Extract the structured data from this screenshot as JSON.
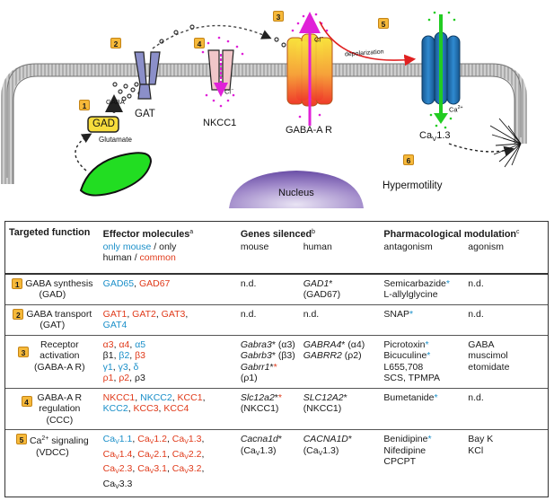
{
  "diagram": {
    "step_badges": [
      "1",
      "2",
      "3",
      "4",
      "5",
      "6"
    ],
    "labels": {
      "gad": "GAD",
      "glutamate": "Glutamate",
      "gaba": "GABA",
      "gat": "GAT",
      "nkcc1": "NKCC1",
      "cl_nkcc": "Cl",
      "cl_minus": "−",
      "gabaa": "GABA-A R",
      "cl_gabaa": "Cl",
      "depolarization": "depolarization",
      "ca_channel": "Ca",
      "ca_channel_sub": "V",
      "ca_channel_suffix": "1.3",
      "ca2": "Ca",
      "ca2_sup": "2+",
      "nucleus": "Nucleus",
      "hypermotility": "Hypermotility"
    },
    "colors": {
      "badge": "#f6b93a",
      "gad_box": "#f7dc3c",
      "cell_green": "#22dd22",
      "nucleus": "#7a5fb0",
      "gabaa_top": "#f6d23a",
      "gabaa_bottom": "#f0472a",
      "cav": "#1f6fb0",
      "cl_arrow": "#e021d8",
      "depol_arrow": "#e02020",
      "ca_arrow": "#22cc22",
      "membrane": "#888888"
    }
  },
  "table": {
    "headers": {
      "targeted_function": "Targeted function",
      "effector_molecules": "Effector molecules",
      "effector_sup": "a",
      "genes_silenced": "Genes silenced",
      "genes_sup": "b",
      "pharma": "Pharmacological modulation",
      "pharma_sup": "c"
    },
    "effector_legend": {
      "only_mouse": "only mouse",
      "sep1": " / only",
      "human": "human",
      "sep2": " / ",
      "common": "common"
    },
    "subheaders": {
      "mouse": "mouse",
      "human": "human",
      "antagonism": "antagonism",
      "agonism": "agonism"
    },
    "rows": [
      {
        "badge": "1",
        "function_line1": "GABA synthesis",
        "function_line2": "(GAD)",
        "mouse_genes": "n.d.",
        "human_gene": "GAD1",
        "human_gene_star": "*",
        "human_gene_sub": "(GAD67)",
        "antagonists": [
          "Semicarbazide",
          "L-allylglycine"
        ],
        "agonism": "n.d."
      },
      {
        "badge": "2",
        "function_line1": "GABA transport",
        "function_line2": "(GAT)",
        "mouse_genes": "n.d.",
        "human_gene": "n.d.",
        "antagonists": [
          "SNAP"
        ],
        "agonism": "n.d."
      },
      {
        "badge": "3",
        "function_line1": "Receptor",
        "function_line2": "activation",
        "function_line3": "(GABA-A R)",
        "mouse_genes": [
          "Gabra3",
          "Gabrb3",
          "Gabrr1"
        ],
        "mouse_genes_paren": [
          "(α3)",
          "(β3)",
          "(ρ1)"
        ],
        "human_genes": [
          "GABRA4",
          "GABRR2"
        ],
        "human_genes_paren": [
          "(α4)",
          "(ρ2)"
        ],
        "antagonists": [
          "Picrotoxin",
          "Bicuculine",
          "L655,708",
          "SCS, TPMPA"
        ],
        "agonists": [
          "GABA",
          "muscimol",
          "etomidate"
        ]
      },
      {
        "badge": "4",
        "function_line1": "GABA-A R",
        "function_line2": "regulation",
        "function_line3": "(CCC)",
        "mouse_gene": "Slc12a2",
        "mouse_gene_sub": "(NKCC1)",
        "human_gene": "SLC12A2",
        "human_gene_sub": "(NKCC1)",
        "antagonists": [
          "Bumetanide"
        ],
        "agonism": "n.d."
      },
      {
        "badge": "5",
        "function_line1": "Ca",
        "function_sup": "2+",
        "function_line1b": " signaling",
        "function_line2": "(VDCC)",
        "mouse_gene": "Cacna1d",
        "mouse_gene_sub_pre": "(Ca",
        "mouse_gene_sub_v": "V",
        "mouse_gene_sub_post": "1.3)",
        "human_gene": "CACNA1D",
        "human_gene_sub_pre": "(Ca",
        "human_gene_sub_v": "V",
        "human_gene_sub_post": "1.3)",
        "antagonists": [
          "Benidipine",
          "Nifedipine",
          "CPCPT"
        ],
        "agonists": [
          "Bay K",
          "KCl"
        ]
      }
    ],
    "effectors": {
      "row1": [
        "GAD65",
        "GAD67"
      ],
      "row2": [
        "GAT1",
        "GAT2",
        "GAT3",
        "GAT4"
      ],
      "row3": [
        "α3",
        "α4",
        "α5",
        "β1",
        "β2",
        "β3",
        "γ1",
        "γ3",
        "δ",
        "ρ1",
        "ρ2",
        "ρ3"
      ],
      "row4": [
        "NKCC1",
        "NKCC2",
        "KCC1",
        "KCC2",
        "KCC3",
        "KCC4"
      ],
      "row5_prefix": "Ca",
      "row5_sub": "V",
      "row5_suffixes": [
        "1.1",
        "1.2",
        "1.3",
        "1.4",
        "2.1",
        "2.2",
        "2.3",
        "3.1",
        "3.2",
        "3.3"
      ]
    },
    "stars": {
      "star": "*"
    }
  }
}
